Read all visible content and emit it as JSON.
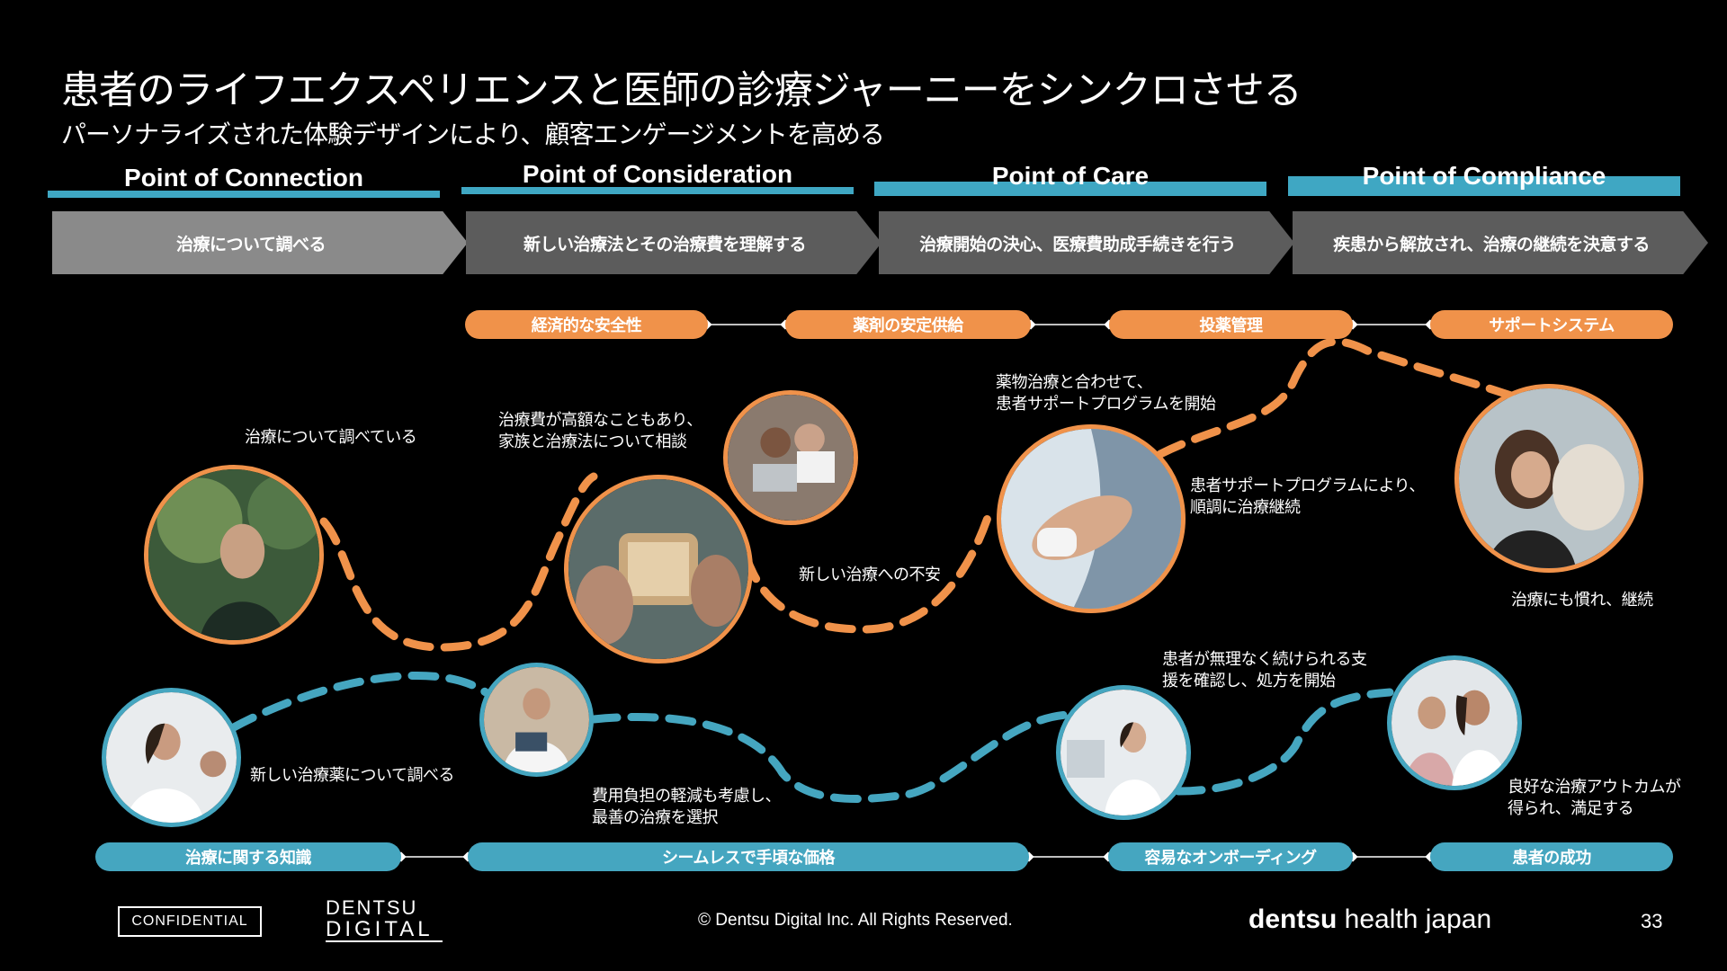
{
  "header": {
    "title": "患者のライフエクスペリエンスと医師の診療ジャーニーをシンクロさせる",
    "subtitle": "パーソナライズされた体験デザインにより、顧客エンゲージメントを高める"
  },
  "phases": [
    {
      "label": "Point of Connection"
    },
    {
      "label": "Point of Consideration"
    },
    {
      "label": "Point of Care"
    },
    {
      "label": "Point of Compliance"
    }
  ],
  "steps": [
    {
      "label": "治療について調べる"
    },
    {
      "label": "新しい治療法とその治療費を理解する"
    },
    {
      "label": "治療開始の決心、医療費助成手続きを行う"
    },
    {
      "label": "疾患から解放され、治療の継続を決意する"
    }
  ],
  "patient_pills": [
    {
      "label": "経済的な安全性"
    },
    {
      "label": "薬剤の安定供給"
    },
    {
      "label": "投薬管理"
    },
    {
      "label": "サポートシステム"
    }
  ],
  "doctor_pills": [
    {
      "label": "治療に関する知識"
    },
    {
      "label": "シームレスで手頃な価格"
    },
    {
      "label": "容易なオンボーディング"
    },
    {
      "label": "患者の成功"
    }
  ],
  "patient_notes": {
    "n1": "治療について調べている",
    "n2a": "治療費が高額なこともあり、",
    "n2b": "家族と治療法について相談",
    "n3": "新しい治療への不安",
    "n4a": "薬物治療と合わせて、",
    "n4b": "患者サポートプログラムを開始",
    "n5a": "患者サポートプログラムにより、",
    "n5b": "順調に治療継続",
    "n6": "治療にも慣れ、継続"
  },
  "doctor_notes": {
    "d1": "新しい治療薬について調べる",
    "d2a": "費用負担の軽減も考慮し、",
    "d2b": "最善の治療を選択",
    "d3a": "患者が無理なく続けられる支",
    "d3b": "援を確認し、処方を開始",
    "d4a": "良好な治療アウトカムが",
    "d4b": "得られ、満足する"
  },
  "footer": {
    "confidential": "CONFIDENTIAL",
    "logo_line1": "DENTSU",
    "logo_line2": "DIGITAL",
    "copyright": "© Dentsu Digital Inc. All Rights Reserved.",
    "brand_bold": "dentsu",
    "brand_rest": " health japan",
    "page": "33"
  },
  "colors": {
    "accent_blue": "#3fa7c3",
    "orange": "#f0924a",
    "pill_blue": "#45a6c0",
    "chevron_light": "#8a8a8a",
    "chevron_dark": "#5c5c5c"
  }
}
